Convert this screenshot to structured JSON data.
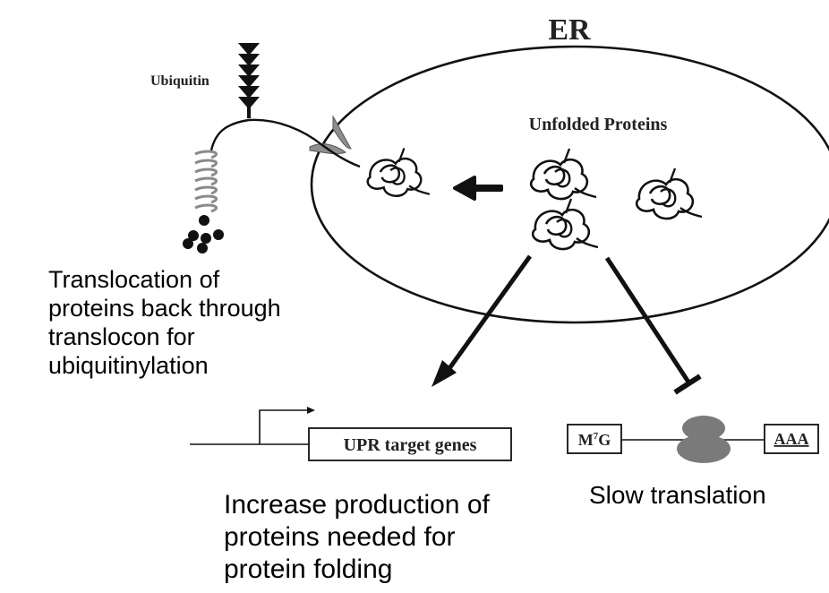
{
  "labels": {
    "er": "ER",
    "ubiquitin": "Ubiquitin",
    "unfolded_proteins": "Unfolded Proteins",
    "upr_target_genes": "UPR target genes",
    "m7g_base": "M",
    "m7g_sup": "7",
    "m7g_tail": "G",
    "aaa": "AAA"
  },
  "captions": {
    "translocation": [
      "Translocation of",
      "proteins back through",
      "translocon for",
      "ubiquitinylation"
    ],
    "upr": [
      "Increase production of",
      "proteins needed for",
      "protein folding"
    ],
    "slow": [
      "Slow translation"
    ]
  },
  "colors": {
    "line": "#111111",
    "helix": "#8a8a8a",
    "ribosome": "#7a7a7a",
    "translocon": "#8f8f8f"
  }
}
